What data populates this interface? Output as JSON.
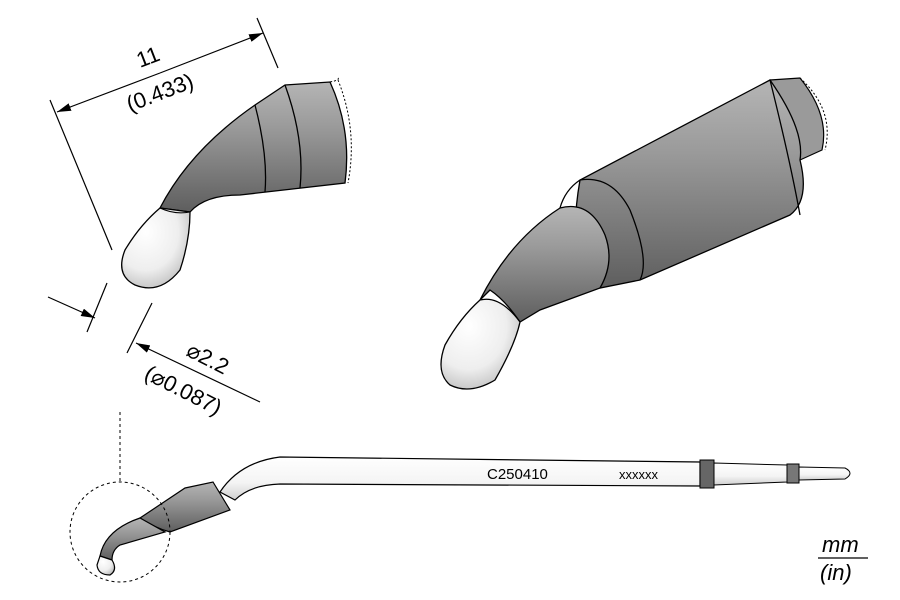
{
  "length_dimension": {
    "mm": "11",
    "inch": "(0.433)"
  },
  "diameter_dimension": {
    "mm": "⌀2.2",
    "inch": "(⌀0.087)"
  },
  "tip": {
    "part_number": "C250410",
    "serial": "xxxxxx"
  },
  "units": {
    "metric": "mm",
    "imperial": "(in)"
  },
  "colors": {
    "body": "#8a8a8a",
    "tip": "#f2f2f2",
    "outline": "#000000"
  }
}
